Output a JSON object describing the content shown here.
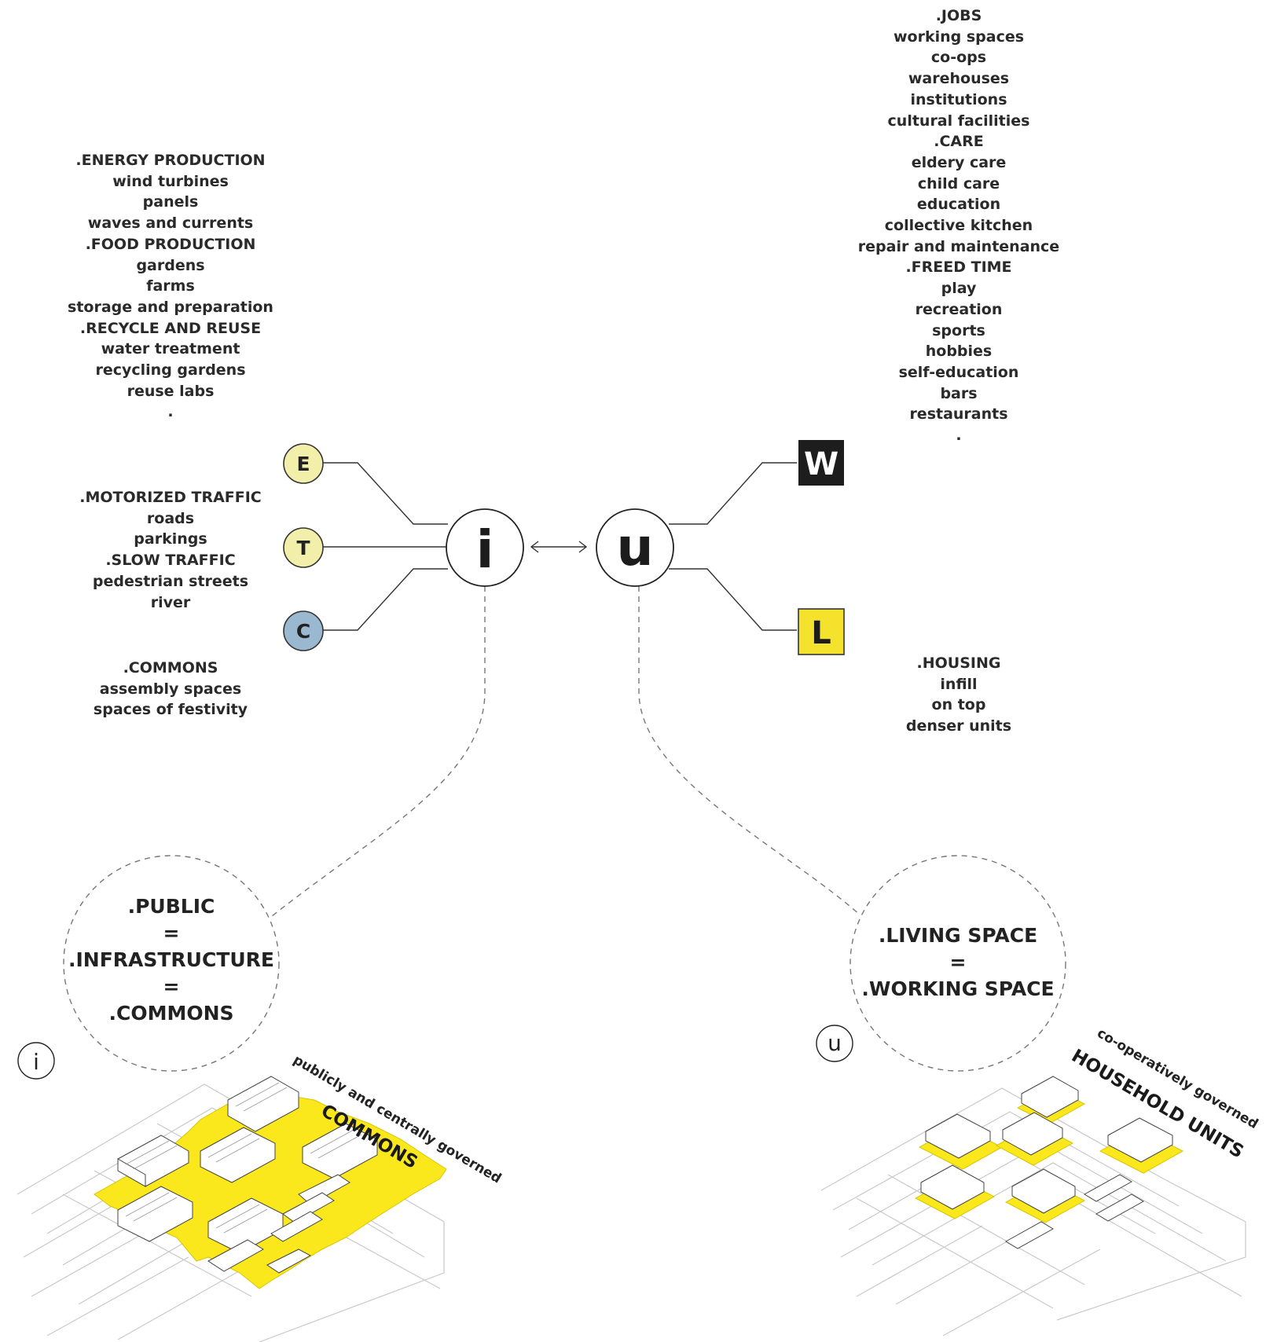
{
  "left_groups": {
    "energy_food_recycle": [
      ".ENERGY PRODUCTION",
      "wind turbines",
      "panels",
      "waves and currents",
      ".FOOD PRODUCTION",
      "gardens",
      "farms",
      "storage and preparation",
      ".RECYCLE AND REUSE",
      "water treatment",
      "recycling gardens",
      "reuse labs",
      "."
    ],
    "traffic": [
      ".MOTORIZED TRAFFIC",
      "roads",
      "parkings",
      ".SLOW TRAFFIC",
      "pedestrian streets",
      "river"
    ],
    "commons": [
      ".COMMONS",
      "assembly spaces",
      "spaces of festivity"
    ]
  },
  "right_groups": {
    "jobs_care_time": [
      ".JOBS",
      "working spaces",
      "co-ops",
      "warehouses",
      "institutions",
      "cultural facilities",
      ".CARE",
      "eldery care",
      "child care",
      "education",
      "collective kitchen",
      "repair and maintenance",
      ".FREED TIME",
      "play",
      "recreation",
      "sports",
      "hobbies",
      "self-education",
      "bars",
      "restaurants",
      "."
    ],
    "housing": [
      ".HOUSING",
      "infill",
      "on top",
      "denser units"
    ]
  },
  "nodes": {
    "i": "i",
    "u": "u",
    "E": "E",
    "T": "T",
    "C": "C",
    "W": "W",
    "L": "L"
  },
  "left_circle_text": [
    ".PUBLIC",
    "=",
    ".INFRASTRUCTURE",
    "=",
    ".COMMONS"
  ],
  "right_circle_text": [
    ".LIVING SPACE",
    "=",
    ".WORKING SPACE"
  ],
  "small_badges": {
    "left": "i",
    "right": "u"
  },
  "left_map": {
    "subtitle": "publicly and centrally governed",
    "title": "COMMONS"
  },
  "right_map": {
    "subtitle": "co-operatively governed",
    "title": "HOUSEHOLD UNITS"
  },
  "colors": {
    "text": "#2a2a2a",
    "pale_yellow": "#f2efaa",
    "pale_blue": "#9bb8d1",
    "black_square": "#1d1d1d",
    "bright_yellow": "#f5e22c",
    "map_yellow": "#fbe81c",
    "map_line": "#c9c9c9"
  }
}
